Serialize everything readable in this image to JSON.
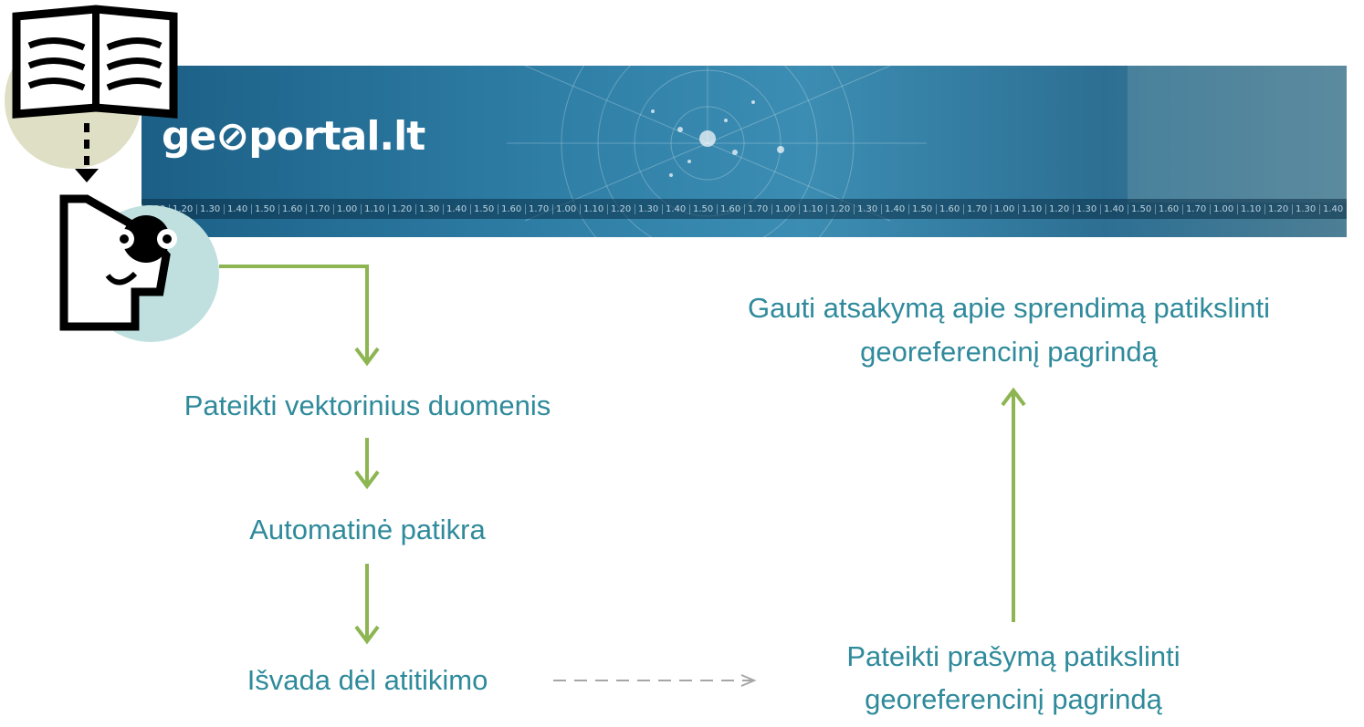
{
  "banner": {
    "logo_text": "ge⊘portal.lt",
    "ruler_labels": [
      "1.10",
      "1.20",
      "1.30",
      "1.40",
      "1.50",
      "1.60",
      "1.70",
      "1.00",
      "1.10",
      "1.20",
      "1.30",
      "1.40",
      "1.50",
      "1.60",
      "1.70",
      "1.00",
      "1.10",
      "1.20",
      "1.30",
      "1.40",
      "1.50",
      "1.60",
      "1.70",
      "1.00",
      "1.10",
      "1.20",
      "1.30",
      "1.40",
      "1.50",
      "1.60",
      "1.70",
      "1.00",
      "1.10",
      "1.20",
      "1.30",
      "1.40",
      "1.50",
      "1.60",
      "1.70",
      "1.00",
      "1.10",
      "1.20",
      "1.30",
      "1.40"
    ]
  },
  "icons": {
    "top": "open-book-icon",
    "bottom": "thinking-face-icon"
  },
  "nodes": {
    "submit_vector": "Pateikti vektorinius duomenis",
    "auto_check": "Automatinė patikra",
    "conclusion": "Išvada dėl atitikimo",
    "request_line1": "Pateikti prašymą patikslinti",
    "request_line2": "georeferencinį pagrindą",
    "answer_line1": "Gauti atsakymą apie sprendimą patikslinti",
    "answer_line2": "georeferencinį pagrindą"
  },
  "colors": {
    "arrow": "#8db552",
    "text": "#2f8a9b",
    "dashed": "#a6a6a6"
  }
}
